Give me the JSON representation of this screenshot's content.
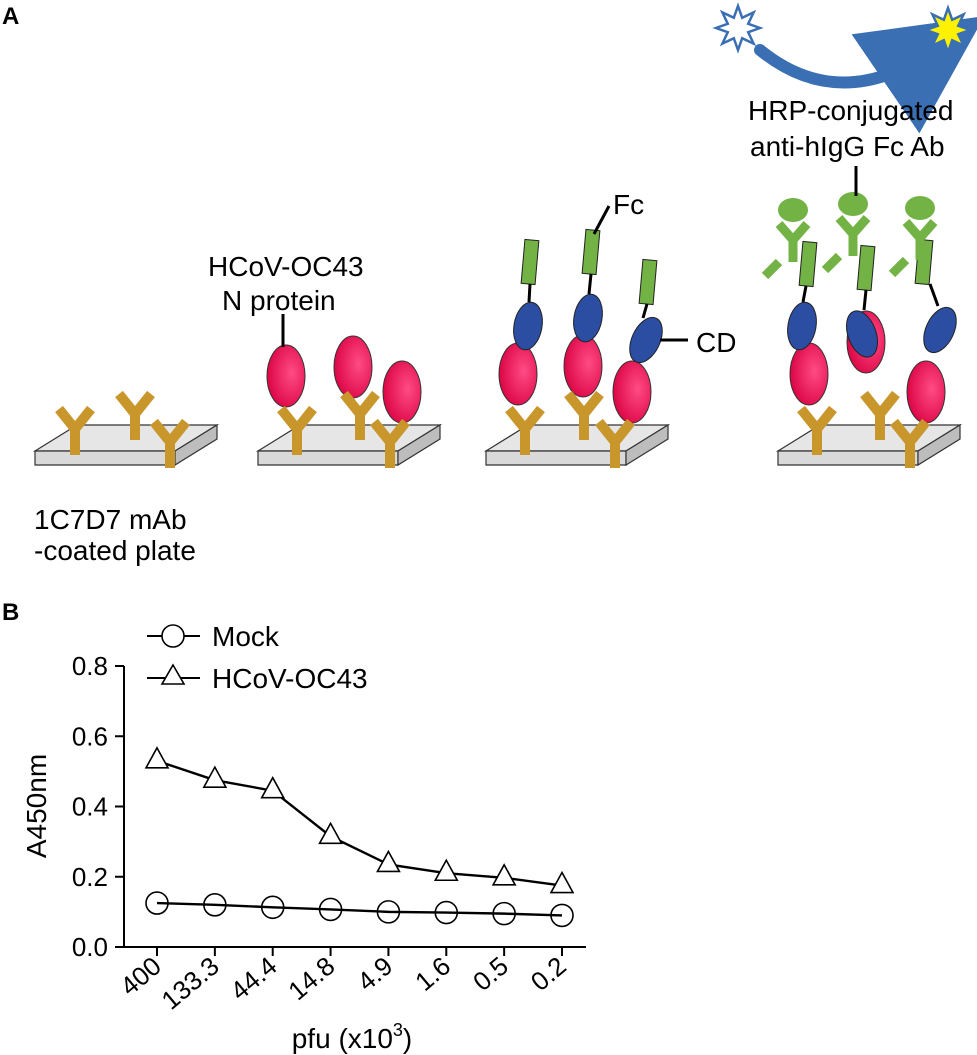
{
  "panel_a": {
    "letter": "A",
    "plate_label": [
      "1C7D7 mAb",
      "-coated plate"
    ],
    "protein_label": [
      "HCoV-OC43",
      "N protein"
    ],
    "fc_label": "Fc",
    "cd_label": "CD",
    "hrp_label": [
      "HRP-conjugated",
      "anti-hIgG Fc Ab"
    ],
    "colors": {
      "antibody": "#c9962c",
      "n_protein": "#e8145a",
      "cd_domain": "#2b4ea2",
      "fc_domain": "#73b244",
      "secondary_ab": "#73b244",
      "plate_top": "#e6e6e6",
      "plate_side": "#bdbdbd",
      "arrow": "#3a6fb4",
      "star_unlit": "#ffffff",
      "star_lit": "#fff200",
      "star_outline": "#3a6fb4"
    }
  },
  "panel_b": {
    "letter": "B"
  },
  "chart_data": {
    "type": "line",
    "categories": [
      "400",
      "133.3",
      "44.4",
      "14.8",
      "4.9",
      "1.6",
      "0.5",
      "0.2"
    ],
    "series": [
      {
        "name": "Mock",
        "marker": "circle",
        "values": [
          0.125,
          0.12,
          0.113,
          0.107,
          0.1,
          0.098,
          0.095,
          0.09
        ]
      },
      {
        "name": "HCoV-OC43",
        "marker": "triangle",
        "values": [
          0.53,
          0.475,
          0.445,
          0.315,
          0.235,
          0.21,
          0.197,
          0.175
        ]
      }
    ],
    "xlabel_base": "pfu (x10",
    "xlabel_sup": "3",
    "xlabel_end": ")",
    "ylabel": "A450nm",
    "yticks": [
      "0.0",
      "0.2",
      "0.4",
      "0.6",
      "0.8"
    ],
    "ylim": [
      0,
      0.8
    ],
    "legend_position": "top-left",
    "grid": false
  }
}
